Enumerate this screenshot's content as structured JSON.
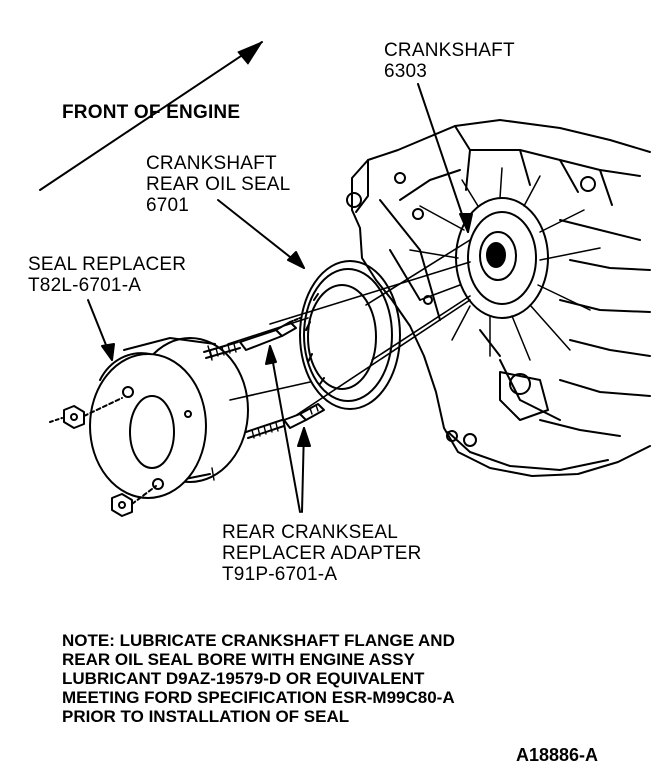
{
  "labels": {
    "front_of_engine": "FRONT OF ENGINE",
    "crankshaft": {
      "name": "CRANKSHAFT",
      "part_number": "6303"
    },
    "rear_oil_seal": {
      "line1": "CRANKSHAFT",
      "line2": "REAR OIL SEAL",
      "part_number": "6701"
    },
    "seal_replacer": {
      "name": "SEAL REPLACER",
      "part_number": "T82L-6701-A"
    },
    "adapter": {
      "line1": "REAR CRANKSEAL",
      "line2": "REPLACER ADAPTER",
      "part_number": "T91P-6701-A"
    }
  },
  "note": {
    "lines": [
      "NOTE: LUBRICATE CRANKSHAFT FLANGE AND",
      "REAR OIL SEAL BORE WITH ENGINE ASSY",
      "LUBRICANT D9AZ-19579-D OR EQUIVALENT",
      "MEETING FORD SPECIFICATION ESR-M99C80-A",
      "PRIOR TO INSTALLATION OF SEAL"
    ]
  },
  "figure_id": "A18886-A",
  "colors": {
    "ink": "#000000",
    "paper": "#ffffff"
  }
}
